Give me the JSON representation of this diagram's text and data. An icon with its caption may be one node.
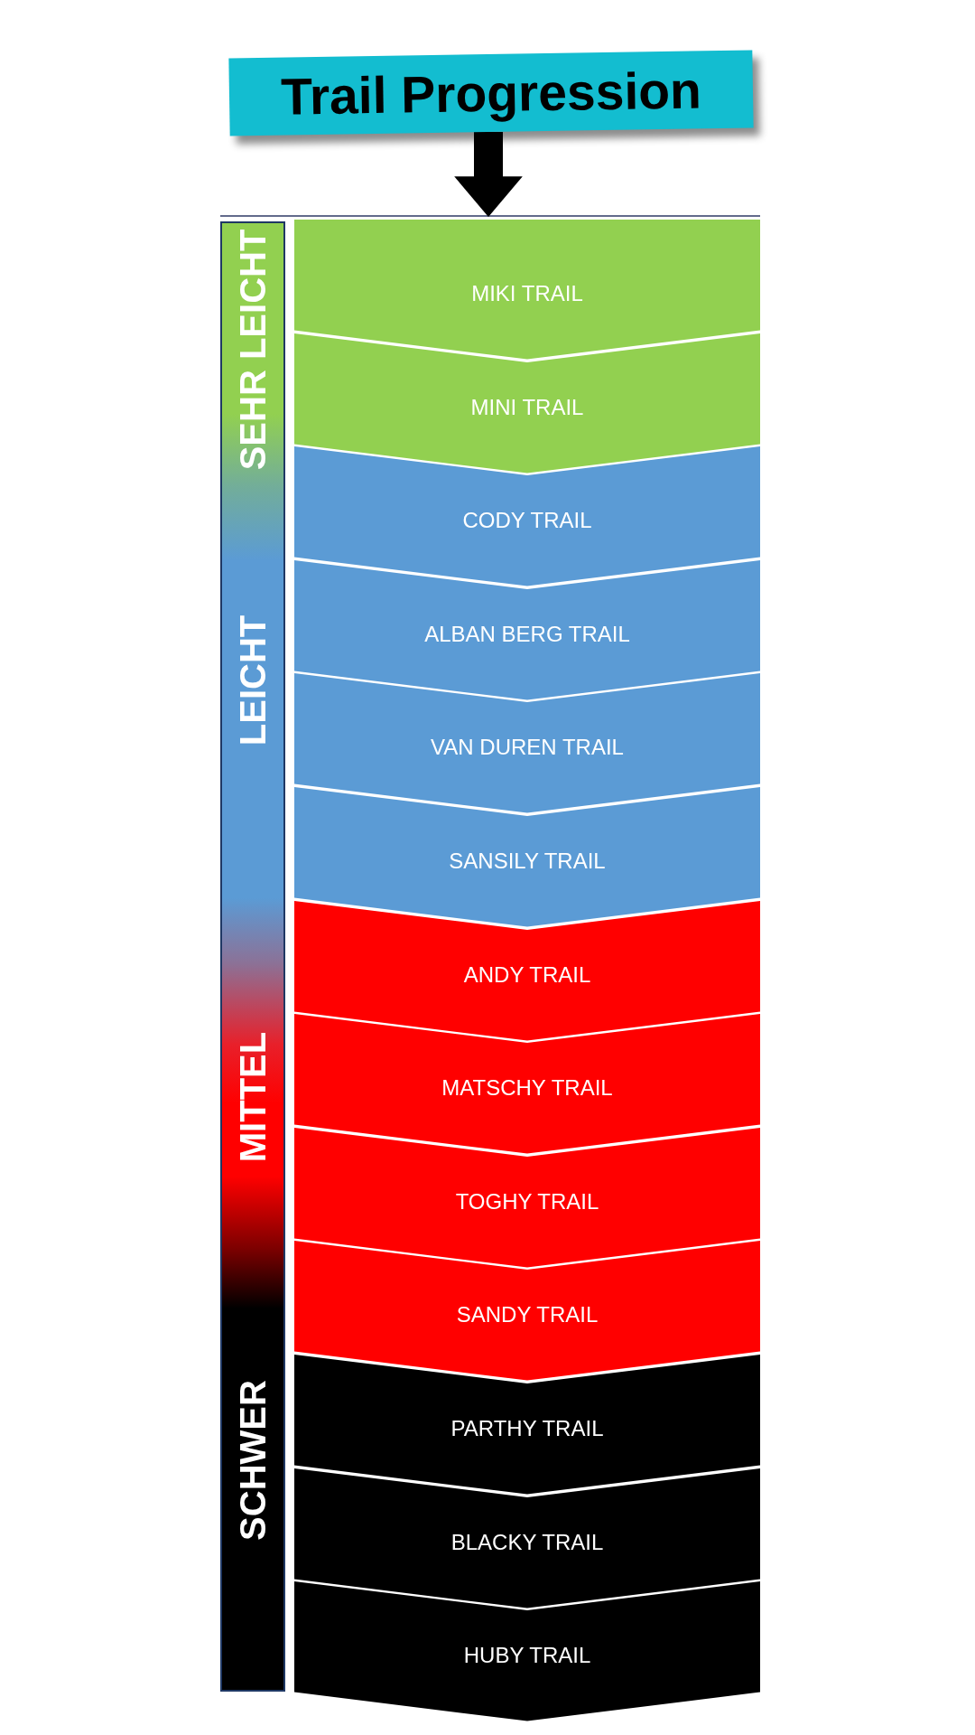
{
  "diagram": {
    "nodes": [
      {
        "text": [
          "Trail Progression"
        ]
      },
      {
        "text": [
          "SEHR LEICHT",
          "LEICHT",
          "MITTEL",
          "SCHWER"
        ]
      },
      {
        "text": [
          "MIKI TRAIL"
        ]
      },
      {
        "text": [
          "MINI TRAIL"
        ]
      },
      {
        "text": [
          "CODY TRAIL"
        ]
      },
      {
        "text": [
          "ALBAN BERG TRAIL"
        ]
      },
      {
        "text": [
          "VAN DUREN TRAIL"
        ]
      },
      {
        "text": [
          "SANSILY TRAIL"
        ]
      },
      {
        "text": [
          "ANDY TRAIL"
        ]
      },
      {
        "text": [
          "MATSCHY TRAIL"
        ]
      },
      {
        "text": [
          "TOGHY TRAIL"
        ]
      },
      {
        "text": [
          "SANDY TRAIL"
        ]
      },
      {
        "text": [
          "PARTHY TRAIL"
        ]
      },
      {
        "text": [
          "BLACKY TRAIL"
        ]
      },
      {
        "text": [
          "HUBY TRAIL"
        ]
      }
    ],
    "edges": [
      {
        "from": 0,
        "to": 2,
        "arrow": "to"
      }
    ]
  }
}
